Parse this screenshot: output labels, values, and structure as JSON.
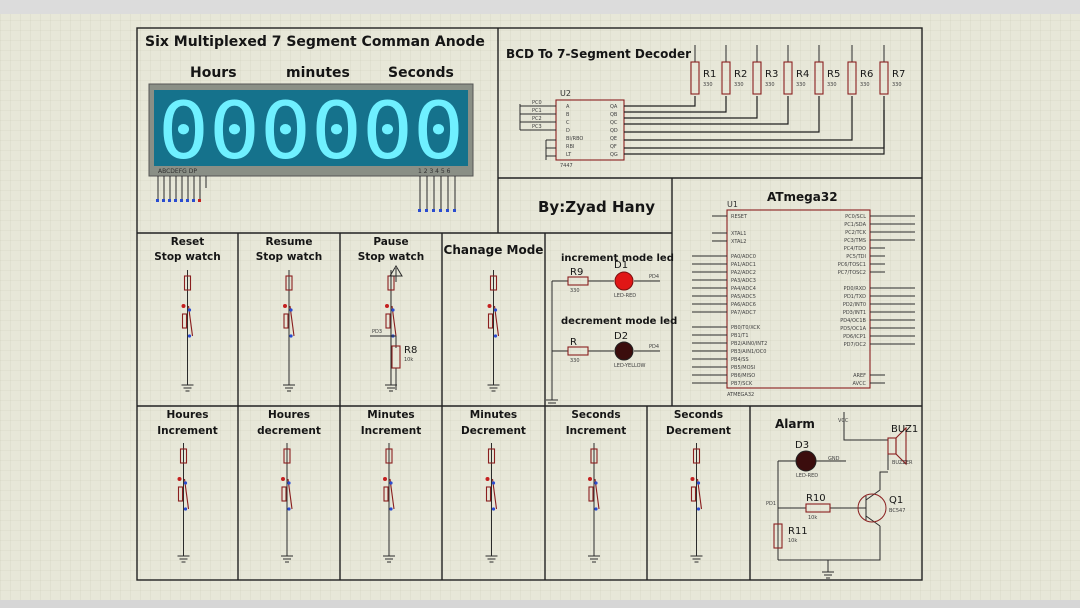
{
  "title": "Six Multiplexed 7 Segment Comman Anode",
  "display": {
    "headers": [
      "Hours",
      "minutes",
      "Seconds"
    ],
    "digits": "000000",
    "seg_label": "ABCDEFG DP",
    "dig_label": "1 2 3 4 5 6"
  },
  "decoder": {
    "title": "BCD To 7-Segment Decoder",
    "chip": "U2",
    "part": "7447",
    "inputs": [
      "A",
      "B",
      "C",
      "D",
      "BI/RBO",
      "RBI",
      "LT"
    ],
    "outputs": [
      "QA",
      "QB",
      "QC",
      "QD",
      "QE",
      "QF",
      "QG"
    ],
    "in_nets": [
      "PC0",
      "PC1",
      "PC2",
      "PC3"
    ],
    "resistors": [
      "R1",
      "R2",
      "R3",
      "R4",
      "R5",
      "R6",
      "R7"
    ],
    "res_value": "330"
  },
  "author": "By:Zyad Hany",
  "mcu": {
    "title": "ATmega32",
    "ref": "U1",
    "part": "ATMEGA32",
    "left_pins": [
      "RESET",
      "XTAL1",
      "XTAL2",
      "PA0/ADC0",
      "PA1/ADC1",
      "PA2/ADC2",
      "PA3/ADC3",
      "PA4/ADC4",
      "PA5/ADC5",
      "PA6/ADC6",
      "PA7/ADC7",
      "PB0/T0/XCK",
      "PB1/T1",
      "PB2/AIN0/INT2",
      "PB3/AIN1/OC0",
      "PB4/SS",
      "PB5/MOSI",
      "PB6/MISO",
      "PB7/SCK"
    ],
    "right_pins": [
      "PC0/SCL",
      "PC1/SDA",
      "PC2/TCK",
      "PC3/TMS",
      "PC4/TDO",
      "PC5/TDI",
      "PC6/TOSC1",
      "PC7/TOSC2",
      "PD0/RXD",
      "PD1/TXD",
      "PD2/INT0",
      "PD3/INT1",
      "PD4/OC1B",
      "PD5/OC1A",
      "PD6/ICP1",
      "PD7/OC2",
      "AREF",
      "AVCC"
    ]
  },
  "buttons_top": [
    {
      "line1": "Reset",
      "line2": "Stop watch"
    },
    {
      "line1": "Resume",
      "line2": "Stop watch"
    },
    {
      "line1": "Pause",
      "line2": "Stop watch"
    },
    {
      "line1": "Chanage Mode",
      "line2": ""
    }
  ],
  "pause_parts": {
    "res": "R8",
    "val": "10k",
    "net": "PD3"
  },
  "leds": {
    "inc_label": "increment mode led",
    "dec_label": "decrement mode led",
    "inc_res": "R9",
    "dec_res": "R",
    "res_value": "330",
    "inc_led": "D1",
    "dec_led": "D2",
    "inc_type": "LED-RED",
    "dec_type": "LED-YELLOW",
    "net": "PD4"
  },
  "buttons_bottom": [
    {
      "line1": "Houres",
      "line2": "Increment"
    },
    {
      "line1": "Houres",
      "line2": "decrement"
    },
    {
      "line1": "Minutes",
      "line2": "Increment"
    },
    {
      "line1": "Minutes",
      "line2": "Decrement"
    },
    {
      "line1": "Seconds",
      "line2": "Increment"
    },
    {
      "line1": "Seconds",
      "line2": "Decrement"
    }
  ],
  "alarm": {
    "title": "Alarm",
    "led": "D3",
    "led_type": "LED-RED",
    "gnd": "GND",
    "buzzer": "BUZ1",
    "buzzer_type": "BUZZER",
    "vcc": "VCC",
    "r10": "R10",
    "r10_val": "10k",
    "r11": "R11",
    "r11_val": "10k",
    "q": "Q1",
    "q_type": "BC547",
    "net": "PD1"
  },
  "colors": {
    "grid": "#c9c9b6",
    "display": "#15728c",
    "segment": "#6ff0ff",
    "led_red": "#e01616",
    "led_dark": "#5a0f0f"
  }
}
